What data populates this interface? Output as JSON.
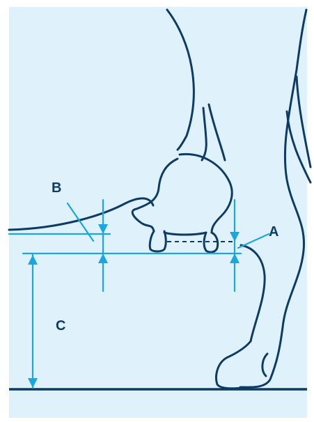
{
  "diagram": {
    "labels": {
      "a": "A",
      "b": "B",
      "c": "C"
    },
    "colors": {
      "background": "#dff2fb",
      "outline": "#0d3b66",
      "measure": "#18a7e0"
    }
  }
}
